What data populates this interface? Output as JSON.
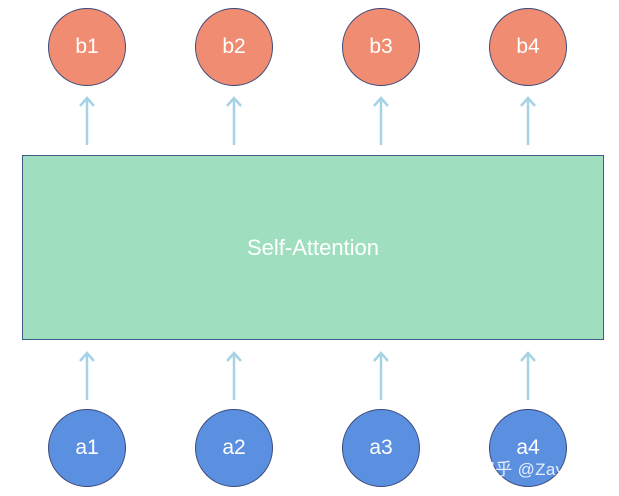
{
  "outputs": [
    {
      "label": "b1"
    },
    {
      "label": "b2"
    },
    {
      "label": "b3"
    },
    {
      "label": "b4"
    }
  ],
  "inputs": [
    {
      "label": "a1"
    },
    {
      "label": "a2"
    },
    {
      "label": "a3"
    },
    {
      "label": "a4"
    }
  ],
  "block": {
    "label": "Self-Attention"
  },
  "watermark": {
    "text": "知乎 @Zaychik"
  },
  "colors": {
    "output_node": "#f08c72",
    "input_node": "#5b8fe0",
    "block": "#9fdfc0",
    "arrow": "#a6d2e6",
    "outline": "#3d4a7a"
  }
}
